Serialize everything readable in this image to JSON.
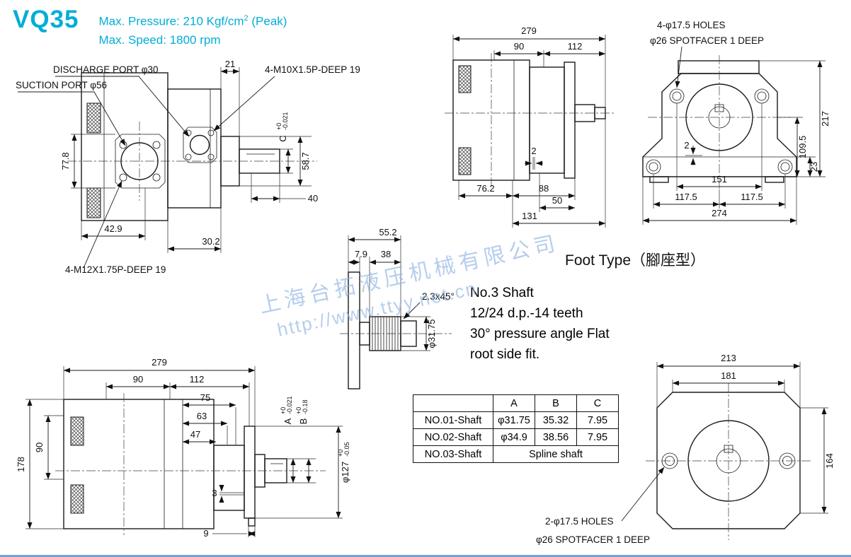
{
  "header": {
    "model": "VQ35",
    "pressure_prefix": "Max. Pressure: 210 Kgf/cm",
    "pressure_sup": "2",
    "pressure_suffix": " (Peak)",
    "speed": "Max.  Speed: 1800 rpm"
  },
  "watermark": {
    "company": "上海台拓液压机械有限公司",
    "url": "http://www.ttyy.net.cn"
  },
  "foot_type_label": "Foot Type（腳座型）",
  "shaft_note": {
    "line1": "No.3 Shaft",
    "line2": "12/24 d.p.-14 teeth",
    "line3": "30° pressure angle Flat",
    "line4": "root side fit."
  },
  "table": {
    "col_a": "A",
    "col_b": "B",
    "col_c": "C",
    "rows": [
      {
        "name": "NO.01-Shaft",
        "a": "φ31.75",
        "b": "35.32",
        "c": "7.95"
      },
      {
        "name": "NO.02-Shaft",
        "a": "φ34.9",
        "b": "38.56",
        "c": "7.95"
      },
      {
        "name": "NO.03-Shaft",
        "a": "Spline shaft"
      }
    ]
  },
  "tl": {
    "label_discharge": "DISCHARGE PORT φ30",
    "label_suction": "SUCTION PORT φ56",
    "label_m10": "4-M10X1.5P-DEEP 19",
    "label_m12": "4-M12X1.75P-DEEP 19",
    "d21": "21",
    "d77_8": "77.8",
    "dC": "C",
    "dC_tol_up": "+0",
    "dC_tol_dn": "-0.021",
    "d58_7": "58.7",
    "d40": "40",
    "d42_9": "42.9",
    "d30_2": "30.2"
  },
  "tm": {
    "d279": "279",
    "d90": "90",
    "d112": "112",
    "d76_2": "76.2",
    "d88": "88",
    "d50": "50",
    "d131": "131",
    "d2": "2"
  },
  "tr": {
    "label_holes": "4-φ17.5 HOLES",
    "label_spotface": "φ26 SPOTFACER 1 DEEP",
    "d217": "217",
    "d109_5": "109.5",
    "d23": "23",
    "d151": "151",
    "d117_5a": "117.5",
    "d117_5b": "117.5",
    "d274": "274",
    "d2": "2"
  },
  "ms": {
    "d55_2": "55.2",
    "d7_9": "7.9",
    "d38": "38",
    "chamfer": "2.3x45°",
    "dia": "φ31.75"
  },
  "bl": {
    "d279": "279",
    "d90_top": "90",
    "d112": "112",
    "d75": "75",
    "d63": "63",
    "d47": "47",
    "d90_left": "90",
    "d178": "178",
    "dA": "A",
    "dA_tol_up": "+0",
    "dA_tol_dn": "-0.021",
    "dB": "B",
    "dB_tol_up": "+0",
    "dB_tol_dn": "-0.18",
    "d127": "φ127",
    "d127_tol_up": "+0",
    "d127_tol_dn": "-0.05",
    "d3": "3",
    "d9": "9"
  },
  "br": {
    "d213": "213",
    "d181": "181",
    "d164": "164",
    "label_holes": "2-φ17.5 HOLES",
    "label_spotface": "φ26 SPOTFACER 1 DEEP"
  },
  "colors": {
    "accent": "#00aed6",
    "watermark": "#8fb4e2",
    "line": "#1b1b1b"
  }
}
